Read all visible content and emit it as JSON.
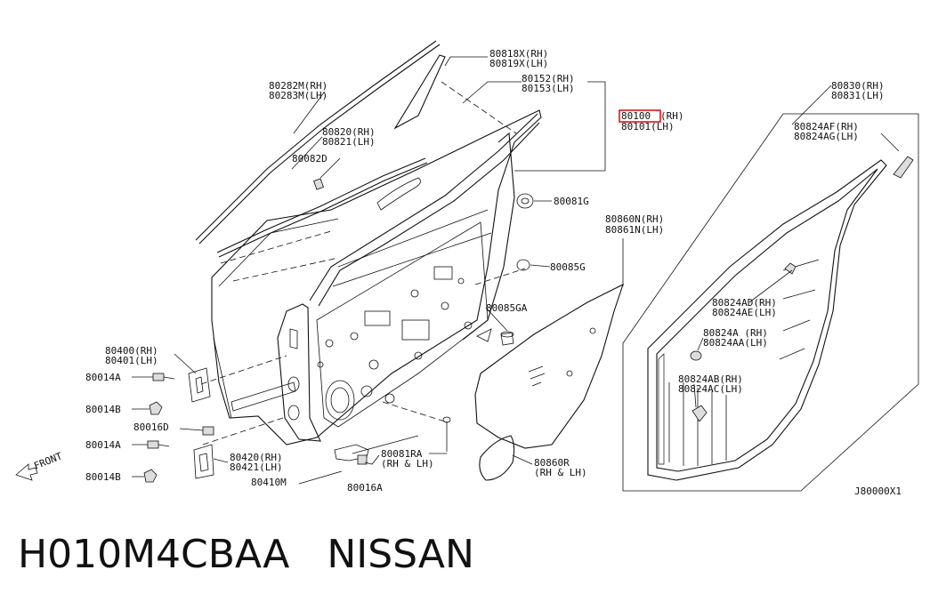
{
  "labels": {
    "p80818": "80818X(RH)",
    "p80819": "80819X(LH)",
    "p80152": "80152(RH)",
    "p80153": "80153(LH)",
    "p80282": "80282M(RH)",
    "p80283": "80283M(LH)",
    "p80100": "80100",
    "p80100rh": "(RH)",
    "p80101": "80101(LH)",
    "p80820": "80820(RH)",
    "p80821": "80821(LH)",
    "p80082": "80082D",
    "p80081g": "80081G",
    "p80085g": "80085G",
    "p80085ga": "80085GA",
    "p80860n": "80860N(RH)",
    "p80861n": "80861N(LH)",
    "p80830": "80830(RH)",
    "p80831": "80831(LH)",
    "p80824af": "80824AF(RH)",
    "p80824ag": "80824AG(LH)",
    "p80824ad": "80824AD(RH)",
    "p80824ae": "80824AE(LH)",
    "p80824a": "80824A (RH)",
    "p80824aa": "80824AA(LH)",
    "p80824ab": "80824AB(RH)",
    "p80824ac": "80824AC(LH)",
    "p80400": "80400(RH)",
    "p80401": "80401(LH)",
    "p80014a1": "80014A",
    "p80014b1": "80014B",
    "p80016d": "80016D",
    "p80014a2": "80014A",
    "p80014b2": "80014B",
    "p80420": "80420(RH)",
    "p80421": "80421(LH)",
    "p80410m": "80410M",
    "p80016a": "80016A",
    "p80081ra": "80081RA",
    "p80081ra2": "(RH & LH)",
    "p80860r": "80860R",
    "p80860r2": "(RH & LH)",
    "front": "FRONT",
    "code": "J80000X1"
  },
  "footer": {
    "title": "H010M4CBAA   NISSAN"
  },
  "colors": {
    "highlight": "#e0131a",
    "line": "#111111"
  }
}
